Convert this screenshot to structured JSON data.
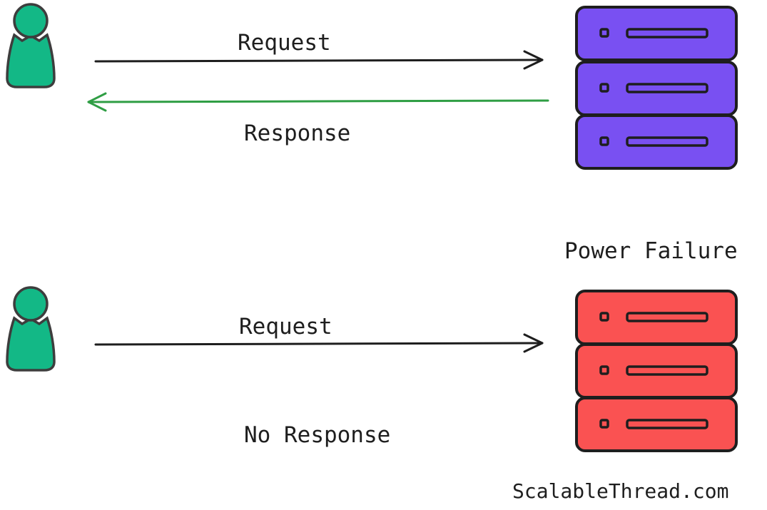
{
  "colors": {
    "person": "#13b886",
    "server_ok": "#7950f2",
    "server_failed": "#fa5252",
    "request_arrow": "#1e1e1e",
    "response_arrow": "#2f9e44"
  },
  "top_scenario": {
    "request_label": "Request",
    "response_label": "Response",
    "client_icon": "person-icon",
    "server_icon": "server-rack-icon"
  },
  "bottom_scenario": {
    "failure_label": "Power Failure",
    "request_label": "Request",
    "response_label": "No Response",
    "client_icon": "person-icon",
    "server_icon": "server-rack-icon"
  },
  "watermark": "ScalableThread.com"
}
